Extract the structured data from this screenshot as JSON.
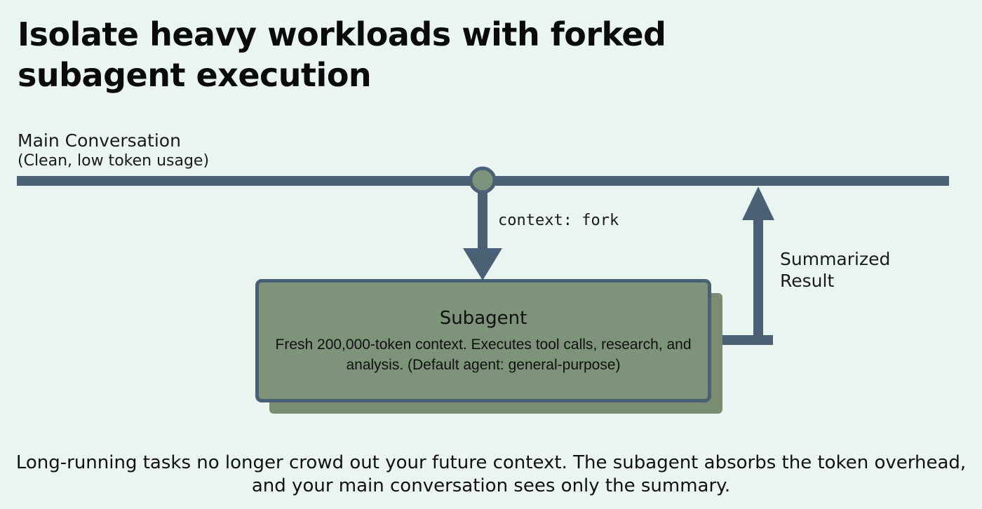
{
  "title": "Isolate heavy workloads with forked subagent execution",
  "main_conversation": {
    "label": "Main Conversation",
    "sublabel": "(Clean, low token usage)"
  },
  "fork_label": "context: fork",
  "return_label": "Summarized Result",
  "subagent": {
    "title": "Subagent",
    "description": "Fresh 200,000-token context. Executes tool calls, research, and analysis. (Default agent: general-purpose)"
  },
  "footer": "Long-running tasks no longer crowd out your future context. The subagent absorbs the token overhead, and your main conversation sees only the summary.",
  "colors": {
    "background": "#eaf5f2",
    "line": "#4a6175",
    "box_fill": "#7e947a",
    "box_shadow": "#7a8c71",
    "fork_node": "#7e947a"
  }
}
